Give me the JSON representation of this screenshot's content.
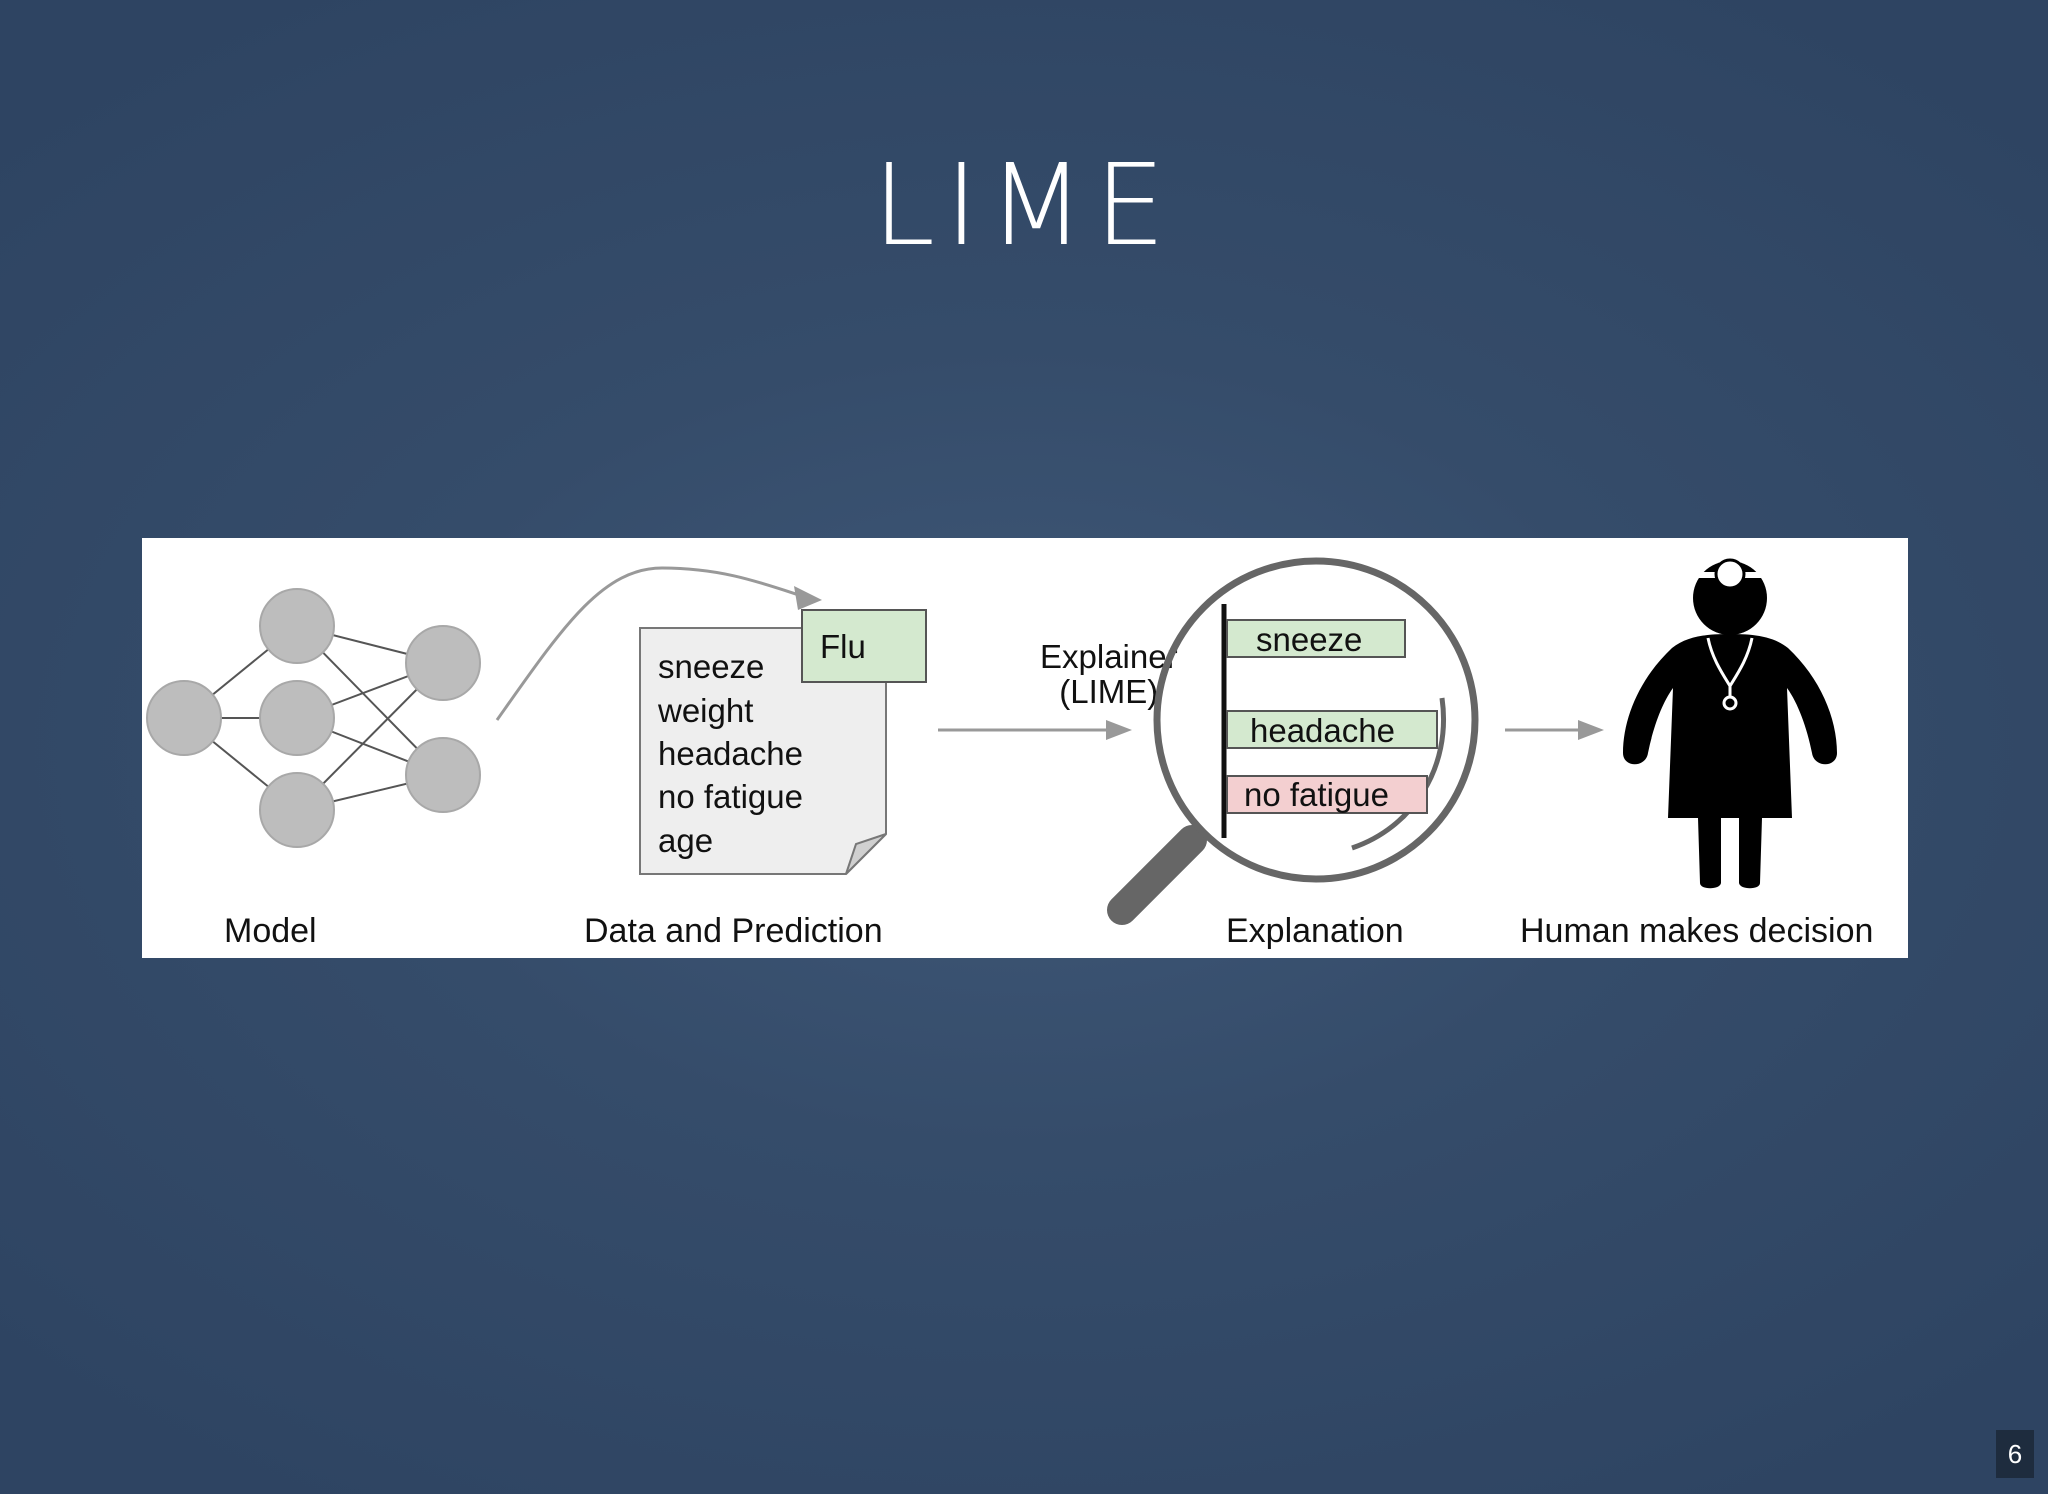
{
  "slide": {
    "title": "LIME",
    "page_number": "6"
  },
  "figure": {
    "model_label": "Model",
    "data_prediction_label": "Data and Prediction",
    "features": [
      "sneeze",
      "weight",
      "headache",
      "no fatigue",
      "age"
    ],
    "prediction": "Flu",
    "explainer_label_line1": "Explainer",
    "explainer_label_line2": "(LIME)",
    "explanation_label": "Explanation",
    "explanation_bars": [
      {
        "label": "sneeze",
        "effect": "supports",
        "color": "#d4e9cf"
      },
      {
        "label": "headache",
        "effect": "supports",
        "color": "#d4e9cf"
      },
      {
        "label": "no fatigue",
        "effect": "contradicts",
        "color": "#f3cfd0"
      }
    ],
    "human_label": "Human makes decision"
  },
  "colors": {
    "background": "#354c6a",
    "node_fill": "#bdbdbd",
    "support_color": "#d4e9cf",
    "contradict_color": "#f3cfd0"
  },
  "icons": [
    "neural-network-icon",
    "document-icon",
    "magnifying-glass-icon",
    "doctor-icon",
    "arrow-icon"
  ]
}
